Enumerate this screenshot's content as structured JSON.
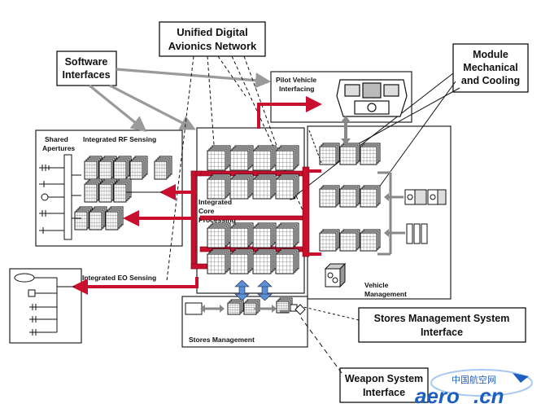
{
  "callouts": {
    "software_interfaces": [
      "Software",
      "Interfaces"
    ],
    "unified_digital_avionics_network": [
      "Unified Digital",
      "Avionics Network"
    ],
    "module_mechanical_cooling": [
      "Module",
      "Mechanical",
      "and Cooling"
    ],
    "stores_management_system_interface": [
      "Stores Management System",
      "Interface"
    ],
    "weapon_system_interface": [
      "Weapon System",
      "Interface"
    ]
  },
  "blocks": {
    "shared_apertures": [
      "Shared",
      "Apertures"
    ],
    "integrated_rf_sensing": "Integrated RF Sensing",
    "pilot_vehicle_interfacing": [
      "Pilot Vehicle",
      "Interfacing"
    ],
    "integrated_core_processing": [
      "Integrated",
      "Core",
      "Processing"
    ],
    "integrated_eo_sensing": "Integrated EO Sensing",
    "vehicle_management": [
      "Vehicle",
      "Management"
    ],
    "stores_management": "Stores Management"
  },
  "watermark": {
    "chinese": "中国航空网",
    "brand": "aero",
    "tld": ".cn"
  },
  "colors": {
    "bus_red": "#c8102e",
    "arrow_grey": "#9a9a9a",
    "interconnect_blue": "#5b8fd6",
    "watermark_blue": "#1d5fbf"
  }
}
